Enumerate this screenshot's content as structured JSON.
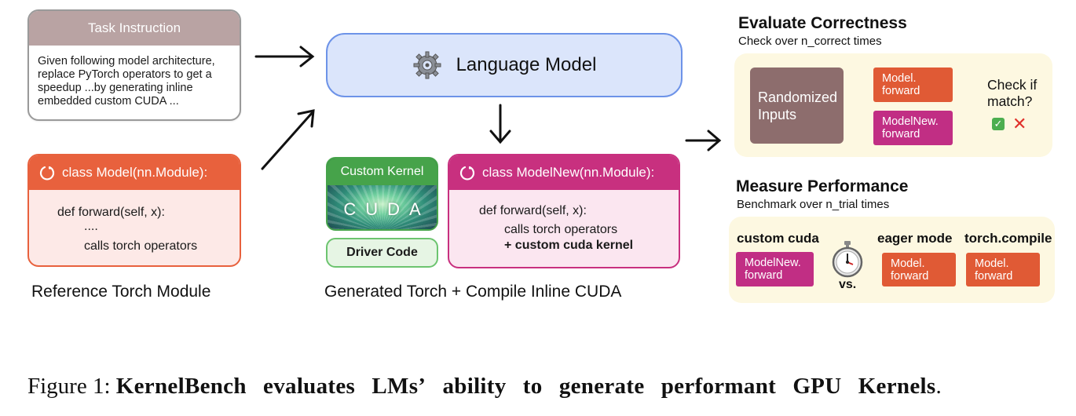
{
  "task": {
    "title": "Task Instruction",
    "lines": [
      "Given following model architecture,",
      "replace PyTorch operators to get a",
      "speedup ...by generating inline",
      "embedded custom CUDA ..."
    ]
  },
  "reference": {
    "header": "class Model(nn.Module):",
    "line1": "def forward(self, x):",
    "line2": "....",
    "line3": "calls torch operators",
    "caption": "Reference Torch Module"
  },
  "language_model": {
    "label": "Language Model"
  },
  "generated": {
    "kernel_title": "Custom Kernel",
    "kernel_logo": "CUDA",
    "driver": "Driver Code",
    "header": "class ModelNew(nn.Module):",
    "line1": "def forward(self, x):",
    "line2": "calls torch operators",
    "line3": "+ custom cuda kernel",
    "caption": "Generated Torch + Compile Inline CUDA"
  },
  "correctness": {
    "title": "Evaluate Correctness",
    "subtitle": "Check over n_correct times",
    "inputs": [
      "Randomized",
      "Inputs"
    ],
    "model_forward": [
      "Model.",
      "forward"
    ],
    "modelnew_forward": [
      "ModelNew.",
      "forward"
    ],
    "check": [
      "Check if",
      "match?"
    ],
    "pass_icon": "check-mark",
    "fail_icon": "cross-mark"
  },
  "performance": {
    "title": "Measure Performance",
    "subtitle": "Benchmark over n_trial times",
    "custom_label": "custom cuda",
    "custom_box": [
      "ModelNew.",
      "forward"
    ],
    "eager_label": "eager mode",
    "eager_box": [
      "Model.",
      "forward"
    ],
    "compile_label": "torch.compile",
    "compile_box": [
      "Model.",
      "forward"
    ],
    "vs": "vs.",
    "timer_icon": "stopwatch"
  },
  "figure": {
    "prefix": "Figure 1:",
    "words": [
      "KernelBench",
      "evaluates",
      "LMs’",
      "ability",
      "to",
      "generate",
      "performant",
      "GPU",
      "Kernels"
    ],
    "suffix": "."
  },
  "colors": {
    "task_header": "#b9a3a3",
    "reference": "#e8613d",
    "language_model": "#dbe5fb",
    "kernel": "#46a34a",
    "modelnew": "#c8307f",
    "panel": "#fdf8e1",
    "inputs": "#8d6d6d"
  }
}
